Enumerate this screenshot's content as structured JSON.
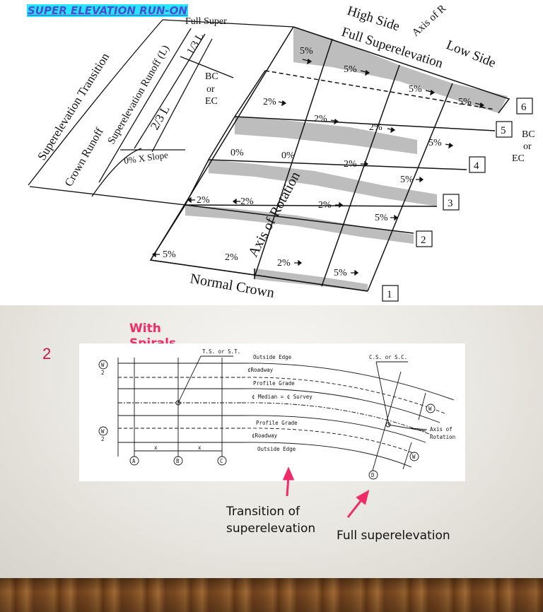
{
  "title": "SUPER ELEVATION RUN-ON",
  "diagram_top": {
    "left_labels": {
      "superelevation_transition": "Superelevation Transition",
      "superelevation_runoff": "Superelevation Runoff (L)",
      "crown_runoff": "Crown Runoff",
      "full_super": "Full Super",
      "third_l": "1/3 L",
      "two_thirds_l": "2/3 L",
      "bc_or_ec": [
        "BC",
        "or",
        "EC"
      ],
      "zero_slope": "0% X Slope"
    },
    "top_labels": {
      "high_side": "High Side",
      "axis_of_rotation_top": "Axis of R",
      "full_superelevation": "Full Superelevation",
      "low_side": "Low Side"
    },
    "right_labels": {
      "bc": "BC",
      "or": "or",
      "ec": "EC"
    },
    "section_numbers": [
      "1",
      "2",
      "3",
      "4",
      "5",
      "6"
    ],
    "axis_of_rotation": "Axis of Rotation",
    "normal_crown": "Normal Crown",
    "rows": [
      {
        "left": "5%",
        "mid": "2%",
        "right1": "2%",
        "right2": "5%"
      },
      {
        "left": "2%",
        "mid": "2%",
        "right1": "2%",
        "right2": "5%"
      },
      {
        "left": "0%",
        "mid": "0%",
        "right1": "2%",
        "right2": "5%"
      },
      {
        "left": "2%",
        "mid": "2%",
        "right1": "2%",
        "right2": "5%"
      },
      {
        "left": "5%",
        "mid": "5%",
        "right1": "5%",
        "right2": "5%"
      }
    ]
  },
  "slide_number": "2",
  "with_spirals": "With Spirals",
  "plan_view": {
    "ts_or_st": "T.S. or S.T.",
    "cs_or_sc": "C.S. or S.C.",
    "outside_edge_top": "Outside Edge",
    "roadway_top": "¢Roadway",
    "profile_grade_top": "Profile Grade",
    "median": "¢ Median = ¢ Survey",
    "profile_grade_bottom": "Profile Grade",
    "roadway_bottom": "¢Roadway",
    "outside_edge_bottom": "Outside Edge",
    "axis_of_rotation": [
      "Axis of",
      "Rotation"
    ],
    "w_half": "W",
    "w_half_den": "2",
    "x": "x",
    "points": [
      "A",
      "B",
      "C",
      "D"
    ],
    "w": "W"
  },
  "captions": {
    "transition": "Transition of superelevation",
    "full": "Full superelevation"
  },
  "colors": {
    "title_text": "#4b4bd6",
    "title_bg": "#24e6ff",
    "accent_pink": "#ef2b68",
    "slide_number": "#c2184f"
  }
}
